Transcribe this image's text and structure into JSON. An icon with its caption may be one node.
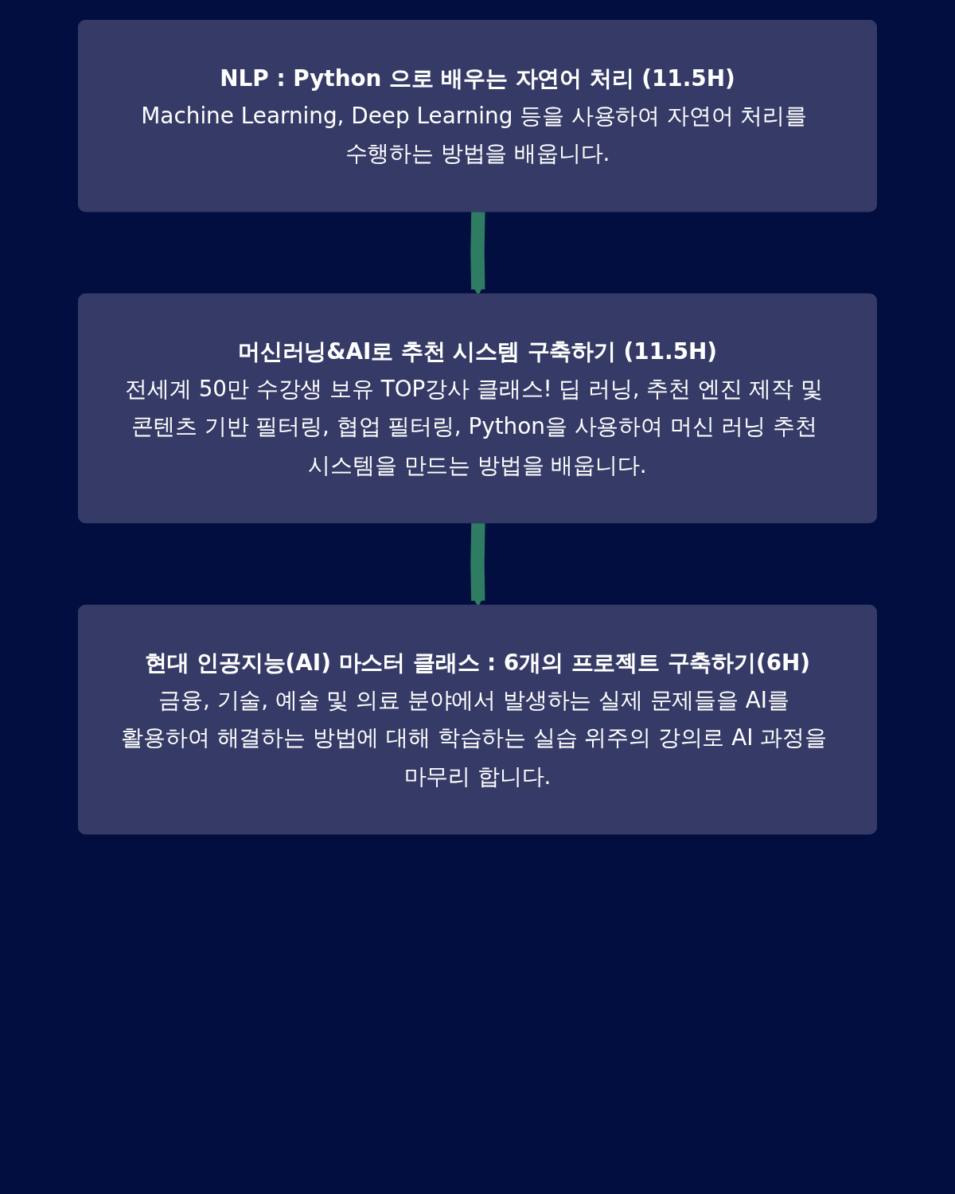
{
  "diagram": {
    "nodes": [
      {
        "text": [
          "NLP : Python 으로 배우는 자연어 처리 (11.5H)",
          "Machine Learning, Deep Learning 등을 사용하여 자연어 처리를 수행하는 방법을 배웁니다."
        ]
      },
      {
        "text": [
          "머신러닝&AI로 추천 시스템 구축하기 (11.5H)",
          "전세계 50만 수강생 보유 TOP강사 클래스! 딥 러닝, 추천 엔진 제작 및 콘텐츠 기반 필터링, 협업 필터링, Python을 사용하여 머신 러닝 추천 시스템을 만드는 방법을 배웁니다."
        ]
      },
      {
        "text": [
          "현대 인공지능(AI) 마스터 클래스 : 6개의 프로젝트 구축하기(6H)",
          "금융, 기술, 예술 및 의료 분야에서 발생하는 실제 문제들을 AI를 활용하여 해결하는 방법에 대해 학습하는 실습 위주의 강의로 AI 과정을 마무리 합니다."
        ]
      }
    ],
    "edges": [
      {
        "from": 0,
        "to": 1,
        "arrow": "to"
      },
      {
        "from": 1,
        "to": 2,
        "arrow": "to"
      }
    ]
  }
}
